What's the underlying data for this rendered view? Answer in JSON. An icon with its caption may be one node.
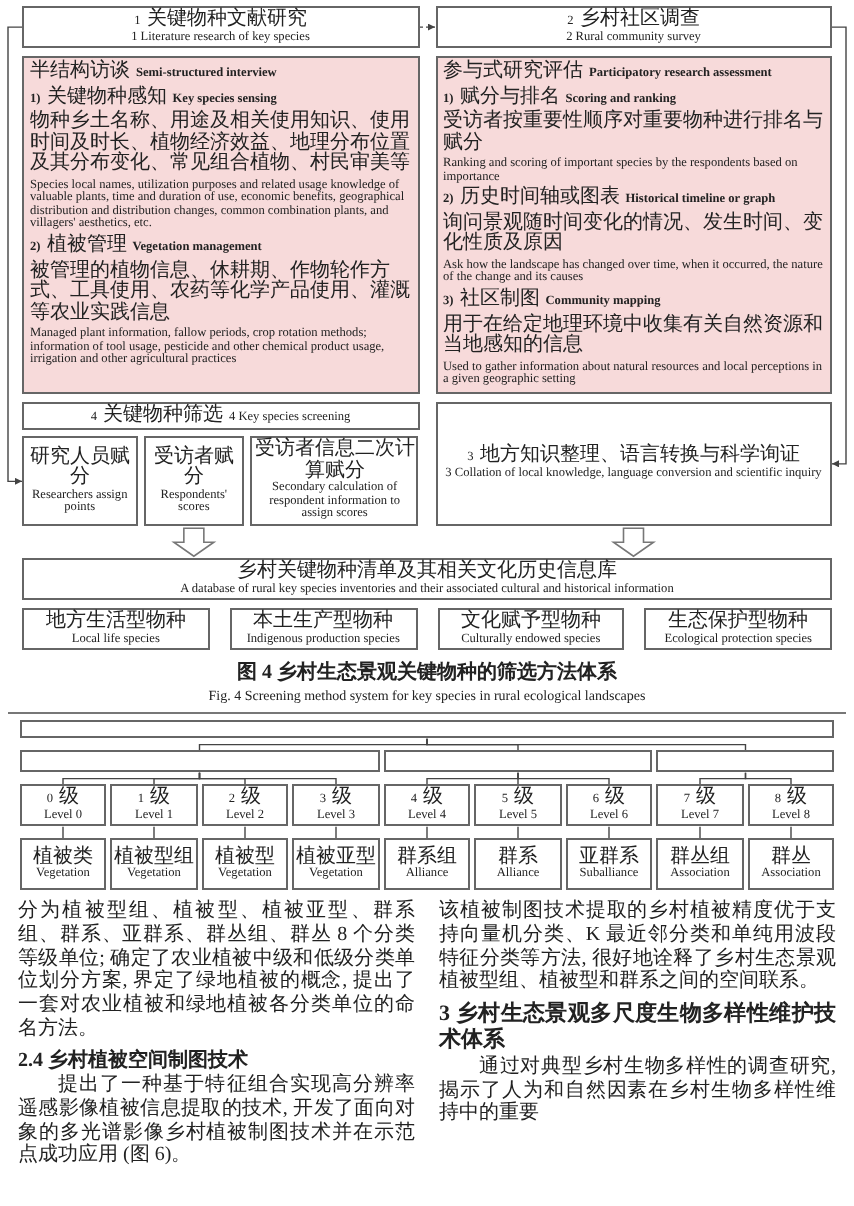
{
  "diagram": {
    "caption": "图 4 乡村生态景观关键物种的筛选方法体系",
    "nodes": [
      {
        "text": [
          "1 关键物种文献研究",
          "1 Literature research of key species"
        ]
      },
      {
        "text": [
          "2 乡村社区调查",
          "2 Rural community survey"
        ]
      },
      {
        "text": [
          "半结构访谈 Semi-structured interview",
          "1) 关键物种感知 Key species sensing",
          "物种乡土名称、用途及相关使用知识、使用时间及时长、植物经济效益、地理分布位置及其分布变化、常见组合植物、村民审美等",
          "Species local names, utilization purposes and related usage knowledge of valuable plants, time and duration of use, economic benefits, geographical distribution and distribution changes, common combination plants, and villagers' aesthetics, etc.",
          "2) 植被管理 Vegetation management",
          "被管理的植物信息、休耕期、作物轮作方式、工具使用、农药等化学产品使用、灌溉等农业实践信息",
          "Managed plant information, fallow periods, crop rotation methods; information of tool usage, pesticide and other chemical product usage, irrigation and other agricultural practices"
        ]
      },
      {
        "text": [
          "参与式研究评估 Participatory research assessment",
          "1) 赋分与排名 Scoring and ranking",
          "受访者按重要性顺序对重要物种进行排名与赋分",
          "Ranking and scoring of important species by the respondents based on importance",
          "2) 历史时间轴或图表 Historical timeline or graph",
          "询问景观随时间变化的情况、发生时间、变化性质及原因",
          "Ask how the landscape has changed over time, when it occurred, the nature of the change and its causes",
          "3) 社区制图 Community mapping",
          "用于在给定地理环境中收集有关自然资源和当地感知的信息",
          "Used to gather information about natural resources and local perceptions in a given geographic setting"
        ]
      },
      {
        "text": [
          "4 关键物种筛选 4 Key species screening"
        ]
      },
      {
        "text": [
          "研究人员赋分",
          "Researchers assign points"
        ]
      },
      {
        "text": [
          "受访者赋分",
          "Respondents' scores"
        ]
      },
      {
        "text": [
          "受访者信息二次计算赋分",
          "Secondary calculation of respondent information to assign scores"
        ]
      },
      {
        "text": [
          "3 地方知识整理、语言转换与科学询证",
          "3 Collation of local knowledge, language conversion and scientific inquiry"
        ]
      },
      {
        "text": [
          "乡村关键物种清单及其相关文化历史信息库",
          "A database of rural key species inventories and their associated cultural and historical information"
        ]
      },
      {
        "text": [
          "地方生活型物种",
          "Local life species"
        ]
      },
      {
        "text": [
          "本土生产型物种",
          "Indigenous production species"
        ]
      },
      {
        "text": [
          "文化赋予型物种",
          "Culturally endowed species"
        ]
      },
      {
        "text": [
          "生态保护型物种",
          "Ecological protection species"
        ]
      },
      {
        "text": [],
        "shape": "box"
      },
      {
        "text": [],
        "shape": "box"
      },
      {
        "text": [],
        "shape": "box"
      },
      {
        "text": [],
        "shape": "box"
      },
      {
        "text": [
          "0 级",
          "Level 0"
        ]
      },
      {
        "text": [
          "1 级",
          "Level 1"
        ]
      },
      {
        "text": [
          "2 级",
          "Level 2"
        ]
      },
      {
        "text": [
          "3 级",
          "Level 3"
        ]
      },
      {
        "text": [
          "4 级",
          "Level 4"
        ]
      },
      {
        "text": [
          "5 级",
          "Level 5"
        ]
      },
      {
        "text": [
          "6 级",
          "Level 6"
        ]
      },
      {
        "text": [
          "7 级",
          "Level 7"
        ]
      },
      {
        "text": [
          "8 级",
          "Level 8"
        ]
      },
      {
        "text": [
          "植被类",
          "Vegetation"
        ]
      },
      {
        "text": [
          "植被型组",
          "Vegetation"
        ]
      },
      {
        "text": [
          "植被型",
          "Vegetation"
        ]
      },
      {
        "text": [
          "植被亚型",
          "Vegetation"
        ]
      },
      {
        "text": [
          "群系组",
          "Alliance"
        ]
      },
      {
        "text": [
          "群系",
          "Alliance"
        ]
      },
      {
        "text": [
          "亚群系",
          "Suballiance"
        ]
      },
      {
        "text": [
          "群丛组",
          "Association"
        ]
      },
      {
        "text": [
          "群丛",
          "Association"
        ]
      }
    ],
    "edges": [
      {
        "from": 0,
        "to": 1,
        "arrow": "to",
        "style": "dashed"
      },
      {
        "from": 0,
        "to": 5,
        "arrow": "to"
      },
      {
        "from": 1,
        "to": 8,
        "arrow": "to"
      },
      {
        "from": 6,
        "to": 9,
        "arrow": "to",
        "style": "thick"
      },
      {
        "from": 8,
        "to": 9,
        "arrow": "to",
        "style": "thick"
      },
      {
        "from": 14,
        "to": 15,
        "arrow": "none"
      },
      {
        "from": 14,
        "to": 16,
        "arrow": "none"
      },
      {
        "from": 14,
        "to": 17,
        "arrow": "none"
      },
      {
        "from": 15,
        "to": 18,
        "arrow": "none"
      },
      {
        "from": 15,
        "to": 19,
        "arrow": "none"
      },
      {
        "from": 15,
        "to": 20,
        "arrow": "none"
      },
      {
        "from": 15,
        "to": 21,
        "arrow": "none"
      },
      {
        "from": 16,
        "to": 22,
        "arrow": "none"
      },
      {
        "from": 16,
        "to": 23,
        "arrow": "none"
      },
      {
        "from": 16,
        "to": 24,
        "arrow": "none"
      },
      {
        "from": 17,
        "to": 25,
        "arrow": "none"
      },
      {
        "from": 17,
        "to": 26,
        "arrow": "none"
      },
      {
        "from": 18,
        "to": 27,
        "arrow": "none"
      },
      {
        "from": 19,
        "to": 28,
        "arrow": "none"
      },
      {
        "from": 20,
        "to": 29,
        "arrow": "none"
      },
      {
        "from": 21,
        "to": 30,
        "arrow": "none"
      },
      {
        "from": 22,
        "to": 31,
        "arrow": "none"
      },
      {
        "from": 23,
        "to": 32,
        "arrow": "none"
      },
      {
        "from": 24,
        "to": 33,
        "arrow": "none"
      },
      {
        "from": 25,
        "to": 34,
        "arrow": "none"
      },
      {
        "from": 26,
        "to": 35,
        "arrow": "none"
      }
    ],
    "labels": [
      "Fig. 4 Screening method system for key species in rural ecological landscapes",
      "分为植被型组、植被型、植被亚型、群系组、群系、亚群系、群丛组、群丛 8 个分类等级单位; 确定了农业植被中级和低级分类单位划分方案, 界定了绿地植被的概念, 提出了一套对农业植被和绿地植被各分类单位的命名方法。",
      "2.4 乡村植被空间制图技术",
      "提出了一种基于特征组合实现高分辨率遥感影像植被信息提取的技术, 开发了面向对象的多光谱影像乡村植被制图技术并在示范点成功应用 (图 6)。",
      "该植被制图技术提取的乡村植被精度优于支持向量机分类、K 最近邻分类和单纯用波段特征分类等方法, 很好地诠释了乡村生态景观植被型组、植被型和群系之间的空间联系。",
      "3 乡村生态景观多尺度生物多样性维护技术体系",
      "通过对典型乡村生物多样性的调查研究, 揭示了人为和自然因素在乡村生物多样性维持中的重要"
    ]
  }
}
